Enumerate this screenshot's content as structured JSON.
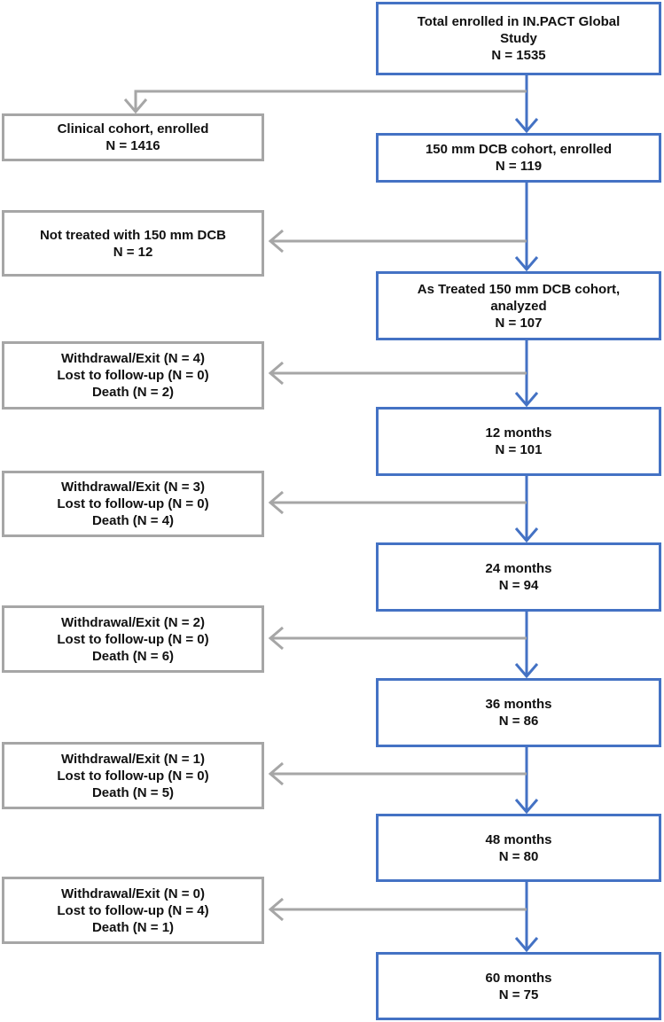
{
  "colors": {
    "main_border": "#4472C4",
    "side_border": "#A6A6A6",
    "main_arrow": "#4472C4",
    "side_arrow": "#A6A6A6"
  },
  "main_boxes": [
    {
      "lines": [
        "Total enrolled in IN.PACT Global",
        "Study",
        "N = 1535"
      ]
    },
    {
      "lines": [
        "150 mm DCB cohort, enrolled",
        "N = 119"
      ]
    },
    {
      "lines": [
        "As Treated 150 mm DCB cohort,",
        "analyzed",
        "N = 107"
      ]
    },
    {
      "lines": [
        "12 months",
        "N = 101"
      ]
    },
    {
      "lines": [
        "24 months",
        "N = 94"
      ]
    },
    {
      "lines": [
        "36 months",
        "N = 86"
      ]
    },
    {
      "lines": [
        "48 months",
        "N = 80"
      ]
    },
    {
      "lines": [
        "60 months",
        "N = 75"
      ]
    }
  ],
  "side_boxes": [
    {
      "lines": [
        "Clinical cohort, enrolled",
        "N = 1416"
      ]
    },
    {
      "lines": [
        "Not treated with 150 mm DCB",
        "N = 12"
      ]
    },
    {
      "lines": [
        "Withdrawal/Exit (N = 4)",
        "Lost to follow-up (N = 0)",
        "Death (N = 2)"
      ]
    },
    {
      "lines": [
        "Withdrawal/Exit (N = 3)",
        "Lost to follow-up (N = 0)",
        "Death (N = 4)"
      ]
    },
    {
      "lines": [
        "Withdrawal/Exit (N = 2)",
        "Lost to follow-up (N = 0)",
        "Death (N = 6)"
      ]
    },
    {
      "lines": [
        "Withdrawal/Exit (N = 1)",
        "Lost to follow-up (N = 0)",
        "Death (N = 5)"
      ]
    },
    {
      "lines": [
        "Withdrawal/Exit (N = 0)",
        "Lost to follow-up (N = 4)",
        "Death (N = 1)"
      ]
    }
  ]
}
